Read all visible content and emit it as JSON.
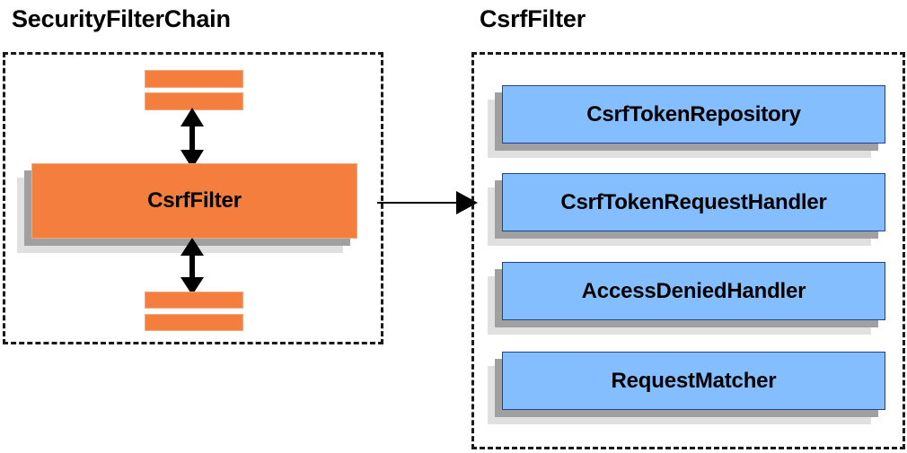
{
  "diagram": {
    "type": "architecture-block-diagram",
    "background_color": "#ffffff",
    "panels": [
      {
        "id": "security-filter-chain",
        "title": "SecurityFilterChain",
        "border_style": "dashed",
        "border_color": "#1a1a1a",
        "main_block": {
          "label": "CsrfFilter",
          "fill_color": "#f47e3e",
          "shadow_colors": [
            "#a0a0a0",
            "#e0e0e0"
          ]
        },
        "filler_bars": {
          "count_top": 2,
          "count_bottom": 2,
          "fill_color": "#f47e3e"
        },
        "connectors": [
          {
            "name": "top-double-arrow",
            "direction": "bidirectional",
            "orientation": "vertical"
          },
          {
            "name": "bottom-double-arrow",
            "direction": "bidirectional",
            "orientation": "vertical"
          }
        ]
      },
      {
        "id": "csrf-filter-detail",
        "title": "CsrfFilter",
        "border_style": "dashed",
        "border_color": "#1a1a1a",
        "blocks": [
          {
            "label": "CsrfTokenRepository",
            "fill_color": "#84beff",
            "border_color": "#21409a"
          },
          {
            "label": "CsrfTokenRequestHandler",
            "fill_color": "#84beff",
            "border_color": "#21409a"
          },
          {
            "label": "AccessDeniedHandler",
            "fill_color": "#84beff",
            "border_color": "#21409a"
          },
          {
            "label": "RequestMatcher",
            "fill_color": "#84beff",
            "border_color": "#21409a"
          }
        ]
      }
    ],
    "cross_panel_connector": {
      "name": "expand-arrow",
      "direction": "left-to-right",
      "orientation": "horizontal",
      "color": "#000000"
    }
  }
}
